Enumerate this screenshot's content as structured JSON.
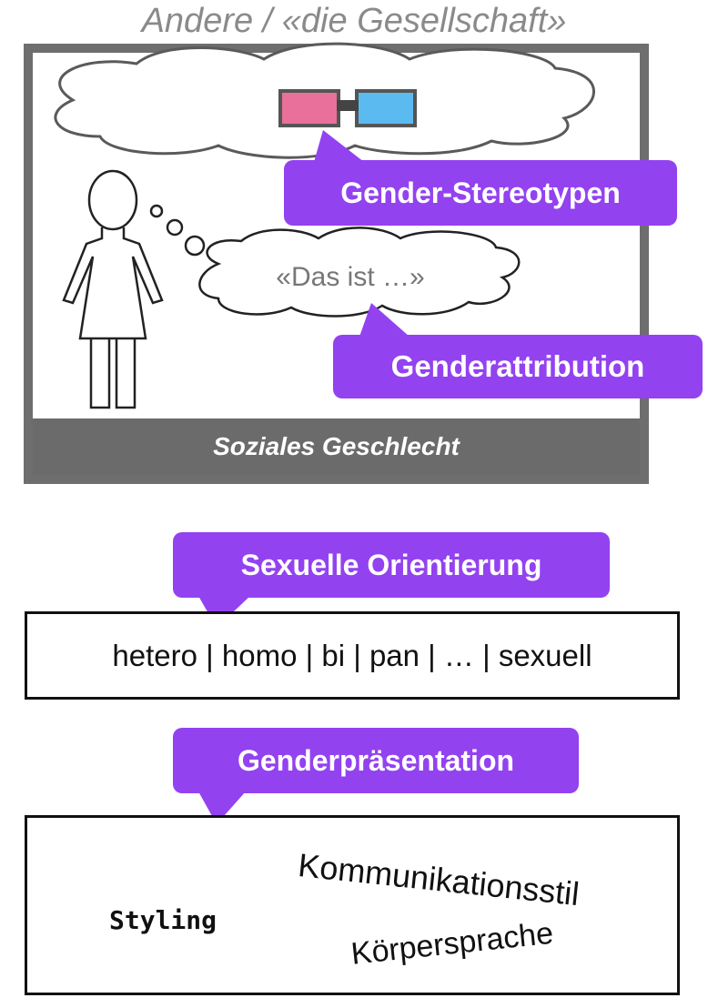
{
  "society": {
    "title": "Andere / «die Gesellschaft»",
    "footer": "Soziales Geschlecht"
  },
  "labels": {
    "stereotypes": "Gender-Stereotypen",
    "attribution": "Genderattribution",
    "orientation": "Sexuelle Orientierung",
    "presentation": "Genderpräsentation"
  },
  "thought": "«Das ist …»",
  "orientation_text": "hetero | homo | bi | pan | … | sexuell",
  "presentation": {
    "styling": "Styling",
    "communication": "Kommunikationsstil",
    "body_language": "Körpersprache"
  },
  "colors": {
    "accent": "#9342f0",
    "frame": "#6e6e6e",
    "lens_left": "#e8709a",
    "lens_right": "#5bbbf0",
    "gradient_start": "#aee0f5",
    "gradient_end": "#f2b3c8"
  },
  "icons": {
    "glasses": "glasses-icon",
    "person": "person-icon"
  }
}
